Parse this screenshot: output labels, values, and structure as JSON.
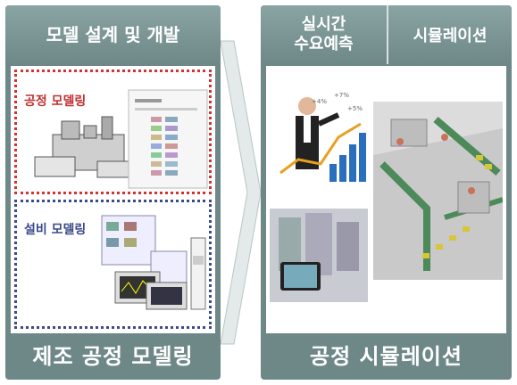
{
  "left_panel": {
    "header": "모델 설계 및 개발",
    "process_label": "공정 모델링",
    "equipment_label": "설비 모델링",
    "footer": "제조 공정 모델링"
  },
  "right_panel": {
    "header_demand_line1": "실시간",
    "header_demand_line2": "수요예측",
    "header_simulation": "시뮬레이션",
    "chart_labels": [
      "+7%",
      "+4%",
      "+5%"
    ],
    "footer": "공정 시뮬레이션"
  },
  "colors": {
    "panel": "#6e8888",
    "header": "#8aa3a3",
    "process_box_border": "#d63030",
    "equipment_box_border": "#3a4a8a"
  }
}
